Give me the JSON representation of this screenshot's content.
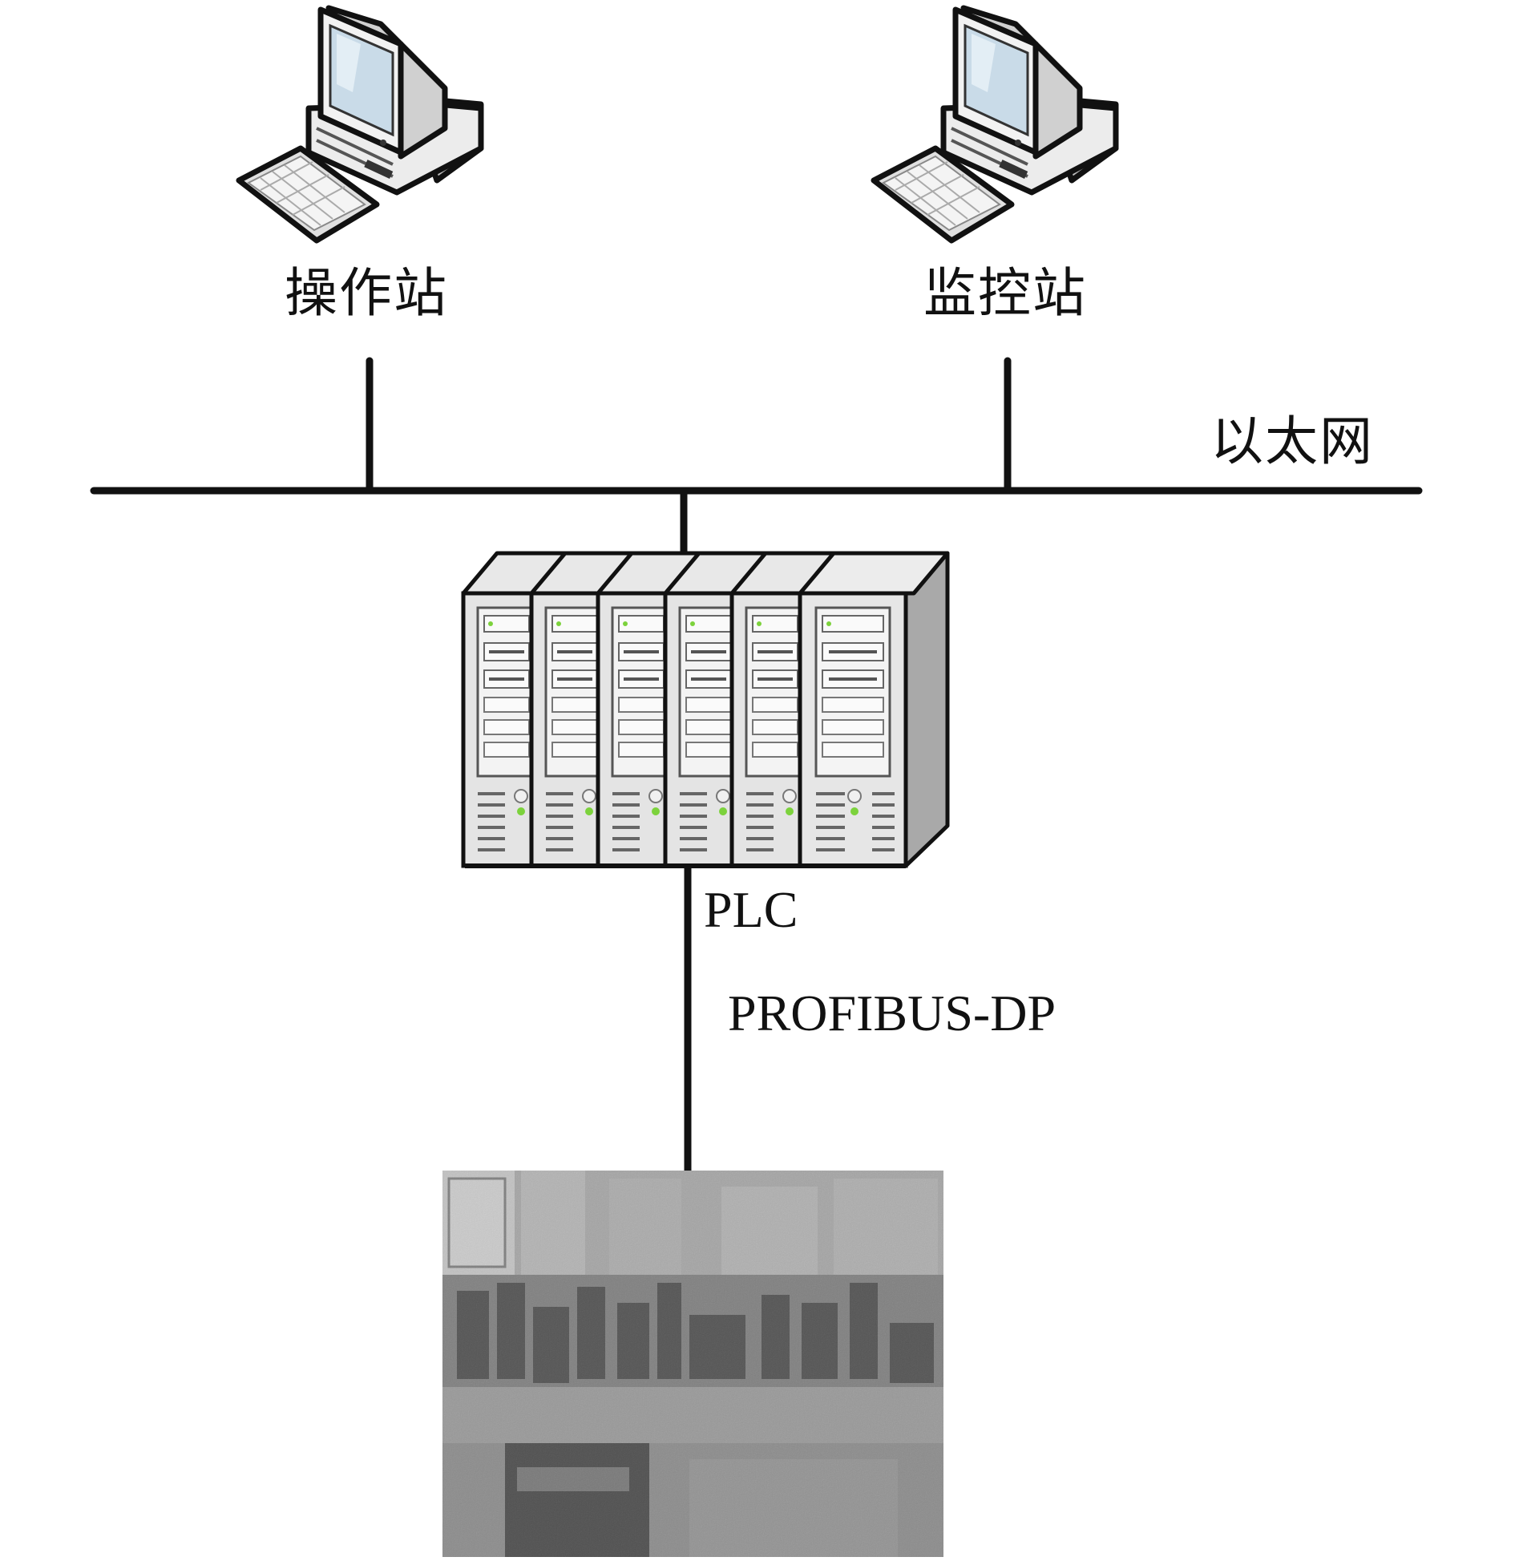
{
  "nodes": {
    "operator_station": {
      "label": "操作站",
      "icon": "desktop-computer-icon"
    },
    "monitor_station": {
      "label": "监控站",
      "icon": "desktop-computer-icon"
    },
    "plc": {
      "label": "PLC",
      "icon": "server-rack-icon",
      "module_count": 6
    },
    "field_equipment": {
      "icon": "photo-industrial-equipment"
    }
  },
  "networks": {
    "ethernet": {
      "label": "以太网"
    },
    "fieldbus": {
      "label": "PROFIBUS-DP"
    }
  },
  "edges": [
    {
      "from": "operator_station",
      "to": "ethernet"
    },
    {
      "from": "monitor_station",
      "to": "ethernet"
    },
    {
      "from": "ethernet",
      "to": "plc"
    },
    {
      "from": "plc",
      "to": "field_equipment",
      "via": "fieldbus"
    }
  ],
  "colors": {
    "line": "#111111",
    "monitor_screen": "#c9dbe8",
    "device_body": "#e6e6e6",
    "device_shadow": "#a9a9a9",
    "led_green": "#7cd23c"
  }
}
